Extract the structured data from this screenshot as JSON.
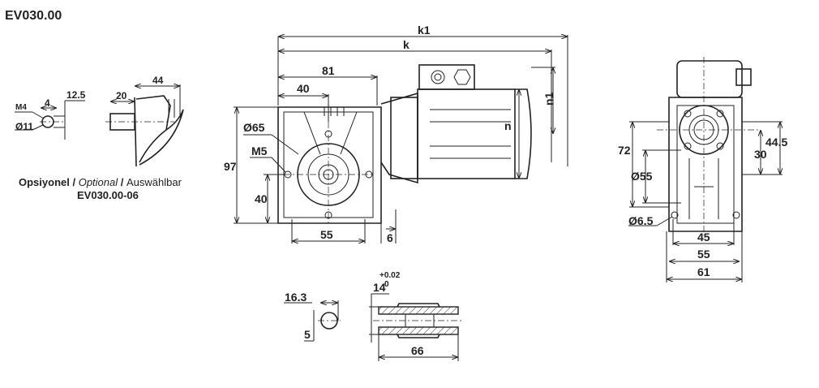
{
  "title": "EV030.00",
  "optional_view": {
    "dims": {
      "m4": "M4",
      "w4": "4",
      "d12_5": "12.5",
      "d11": "Ø11",
      "d20": "20",
      "d44": "44"
    },
    "caption": {
      "tr": "Opsiyonel",
      "sep1": " / ",
      "en": "Optional",
      "sep2": " / ",
      "de": "Auswählbar"
    },
    "code": "EV030.00-06"
  },
  "front_view": {
    "dims": {
      "k1": "k1",
      "k": "k",
      "d81": "81",
      "d40_top": "40",
      "d65": "Ø65",
      "m5": "M5",
      "d97": "97",
      "d40_side": "40",
      "d55": "55",
      "d6": "6",
      "n": "n",
      "n1": "n1"
    }
  },
  "side_view": {
    "dims": {
      "d72": "72",
      "d55": "Ø55",
      "d30": "30",
      "d44_5": "44.5",
      "d6_5": "Ø6.5",
      "w45": "45",
      "w55": "55",
      "w61": "61"
    }
  },
  "shaft_view": {
    "dims": {
      "d16_3": "16.3",
      "d5": "5",
      "d14": "14",
      "tol_upper": "+0.02",
      "tol_lower": "0",
      "d66": "66"
    }
  }
}
